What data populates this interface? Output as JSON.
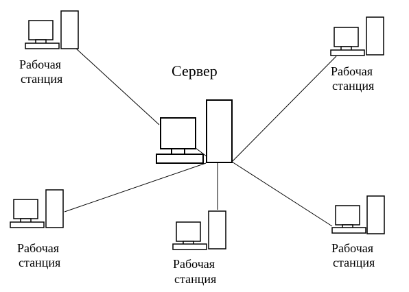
{
  "server": {
    "label": "Сервер"
  },
  "workstations": [
    {
      "id": "top-left",
      "label_line1": "Рабочая",
      "label_line2": "станция"
    },
    {
      "id": "top-right",
      "label_line1": "Рабочая",
      "label_line2": "станция"
    },
    {
      "id": "bottom-left",
      "label_line1": "Рабочая",
      "label_line2": "станция"
    },
    {
      "id": "bottom-center",
      "label_line1": "Рабочая",
      "label_line2": "станция"
    },
    {
      "id": "bottom-right",
      "label_line1": "Рабочая",
      "label_line2": "станция"
    }
  ],
  "colors": {
    "line": "#000000",
    "background": "#ffffff"
  }
}
